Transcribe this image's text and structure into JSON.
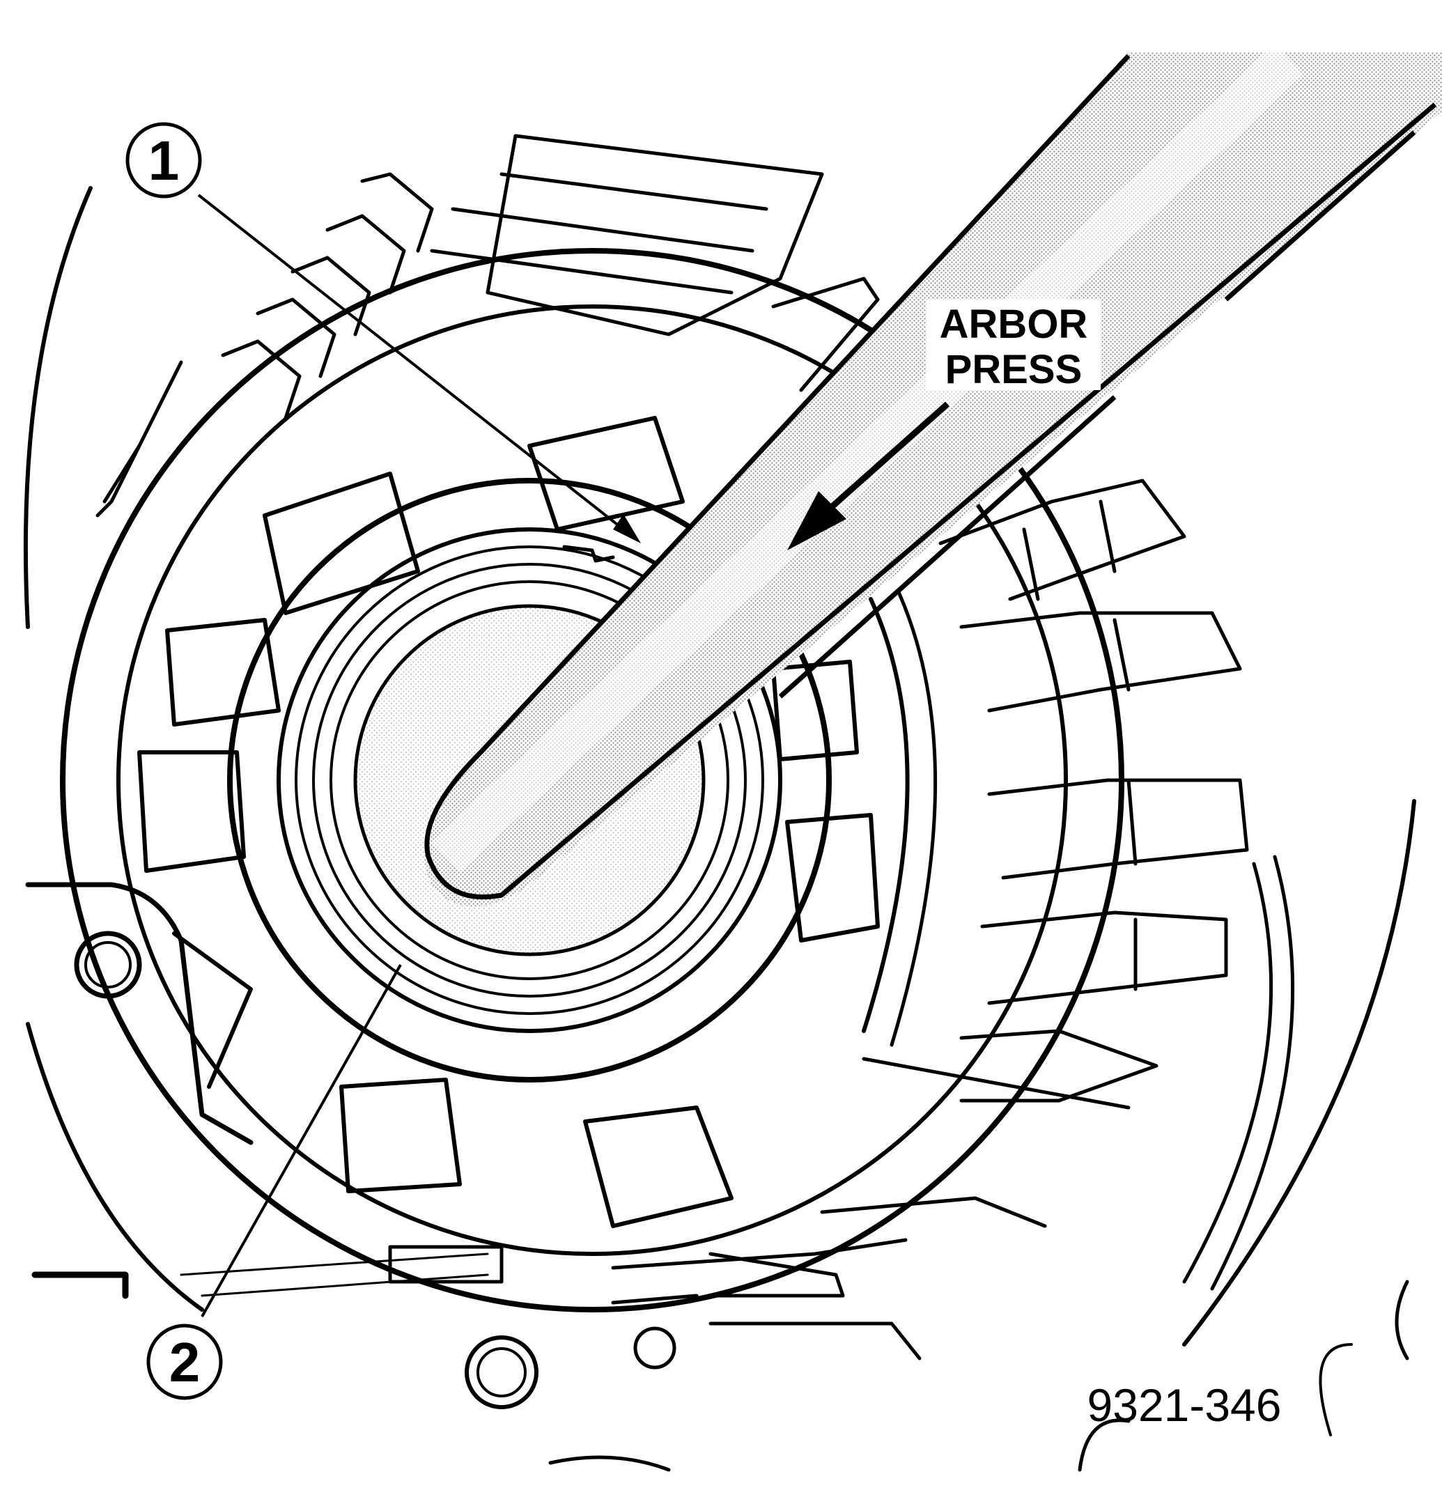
{
  "labels": {
    "arbor_line1": "ARBOR",
    "arbor_line2": "PRESS",
    "callout_1": "1",
    "callout_2": "2",
    "figure_id": "9321-346"
  },
  "colors": {
    "ink": "#000000",
    "paper": "#ffffff",
    "stipple": "#d9d9d9"
  }
}
